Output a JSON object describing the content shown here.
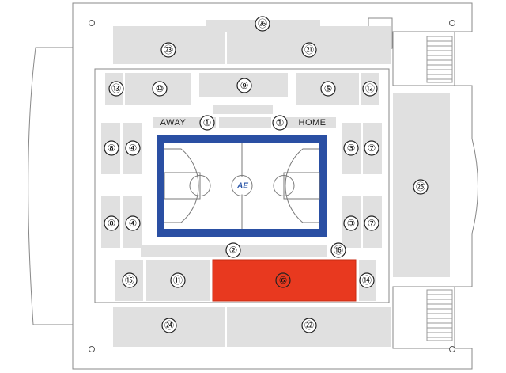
{
  "labels": {
    "away": "AWAY",
    "home": "HOME"
  },
  "logo": {
    "text": "AE",
    "color": "#2a56a8"
  },
  "colors": {
    "court_border": "#2a4fa3",
    "court_floor": "#ffffff",
    "section": "#e0e0e0",
    "selected": "#e8391f"
  },
  "sections": {
    "s1_away": "①",
    "s1_home": "①",
    "s2": "②",
    "s3_top": "③",
    "s3_bottom": "③",
    "s4_top": "④",
    "s4_bottom": "④",
    "s5": "⑤",
    "s6": "⑥",
    "s7_top": "⑦",
    "s7_bottom": "⑦",
    "s8_top": "⑧",
    "s8_bottom": "⑧",
    "s9": "⑨",
    "s10": "⑩",
    "s11": "⑪",
    "s12": "⑫",
    "s13": "⑬",
    "s14": "⑭",
    "s15": "⑮",
    "s16": "⑯",
    "s21": "㉑",
    "s22": "㉒",
    "s23": "㉓",
    "s24": "㉔",
    "s25": "㉕",
    "s26": "㉖"
  },
  "selected_section": "⑥"
}
